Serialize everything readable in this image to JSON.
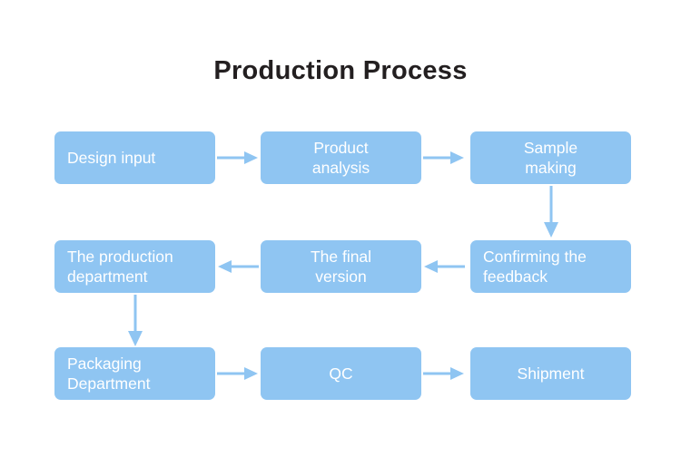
{
  "diagram": {
    "title": "Production Process",
    "theme": {
      "background": "#ffffff",
      "box_fill": "#8fc5f2",
      "box_text": "#ffffff",
      "title_color": "#231f20",
      "arrow_color": "#8fc5f2"
    },
    "nodes": [
      {
        "id": "design-input",
        "label": "Design input",
        "lines": [
          "Design input"
        ],
        "row": 1,
        "column": 1,
        "align": "left"
      },
      {
        "id": "product-analysis",
        "label": "Product analysis",
        "lines": [
          "Product",
          "analysis"
        ],
        "row": 1,
        "column": 2,
        "align": "center"
      },
      {
        "id": "sample-making",
        "label": "Sample making",
        "lines": [
          "Sample",
          "making"
        ],
        "row": 1,
        "column": 3,
        "align": "center"
      },
      {
        "id": "the-production-department",
        "label": "The production department",
        "lines": [
          "The production",
          "department"
        ],
        "row": 2,
        "column": 1,
        "align": "left"
      },
      {
        "id": "the-final-version",
        "label": "The final version",
        "lines": [
          "The final",
          "version"
        ],
        "row": 2,
        "column": 2,
        "align": "center"
      },
      {
        "id": "confirming-the-feedback",
        "label": "Confirming the feedback",
        "lines": [
          "Confirming the",
          "feedback"
        ],
        "row": 2,
        "column": 3,
        "align": "left"
      },
      {
        "id": "packaging-department",
        "label": "Packaging Department",
        "lines": [
          "Packaging",
          "Department"
        ],
        "row": 3,
        "column": 1,
        "align": "left"
      },
      {
        "id": "qc",
        "label": "QC",
        "lines": [
          "QC"
        ],
        "row": 3,
        "column": 2,
        "align": "center"
      },
      {
        "id": "shipment",
        "label": "Shipment",
        "lines": [
          "Shipment"
        ],
        "row": 3,
        "column": 3,
        "align": "center"
      }
    ],
    "connectors": [
      {
        "id": "design-input-to-product-analysis",
        "from": "design-input",
        "to": "product-analysis",
        "direction": "right"
      },
      {
        "id": "product-analysis-to-sample-making",
        "from": "product-analysis",
        "to": "sample-making",
        "direction": "right"
      },
      {
        "id": "sample-making-to-confirming-the-feedback",
        "from": "sample-making",
        "to": "confirming-the-feedback",
        "direction": "down"
      },
      {
        "id": "confirming-the-feedback-to-the-final-version",
        "from": "confirming-the-feedback",
        "to": "the-final-version",
        "direction": "left"
      },
      {
        "id": "the-final-version-to-the-production-department",
        "from": "the-final-version",
        "to": "the-production-department",
        "direction": "left"
      },
      {
        "id": "the-production-department-to-packaging",
        "from": "the-production-department",
        "to": "packaging-department",
        "direction": "down"
      },
      {
        "id": "packaging-department-to-qc",
        "from": "packaging-department",
        "to": "qc",
        "direction": "right"
      },
      {
        "id": "qc-to-shipment",
        "from": "qc",
        "to": "shipment",
        "direction": "right"
      }
    ]
  }
}
